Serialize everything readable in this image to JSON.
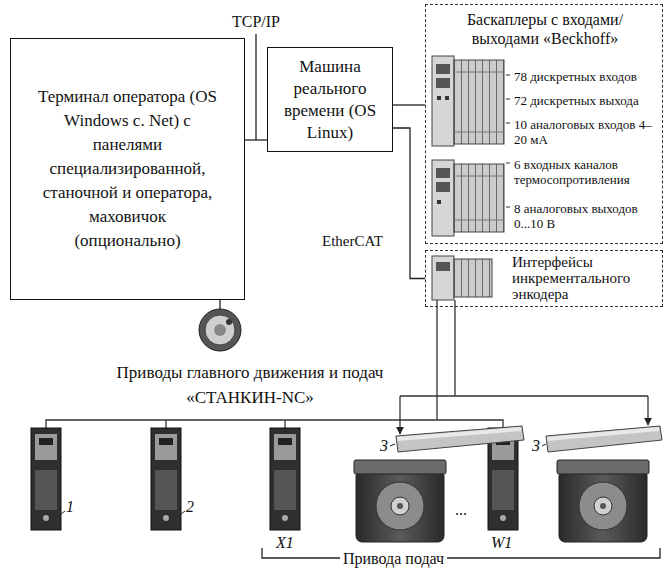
{
  "diagram": {
    "nodes": [
      {
        "text": [
          "Терминал оператора (OS Windows с. Net) с панелями специализированной, станочной и оператора, маховичок (опционально)"
        ]
      },
      {
        "text": [
          "Машина реального времени (OS Linux)"
        ]
      },
      {
        "text": [
          "Баскаплеры с входами/ выходами «Beckhoff»",
          "78 дискретных входов",
          "72 дискретных выхода",
          "10 аналоговых входов 4–20 мА",
          "6 входных каналов термосопротивления",
          "8 аналоговых выходов 0...10 В"
        ]
      },
      {
        "text": [
          "Интерфейсы инкрементального энкодера"
        ]
      }
    ],
    "edges": [
      {
        "from": 0,
        "to": 1,
        "arrow": "none"
      },
      {
        "from": 1,
        "to": 2,
        "arrow": "none"
      },
      {
        "from": 1,
        "to": 3,
        "arrow": "none"
      }
    ],
    "labels": [
      "TCP/IP",
      "EtherCAT",
      "Приводы главного движения и подач «СТАНКИН-NC»",
      "1",
      "2",
      "X1",
      "3",
      "...",
      "W1",
      "3",
      "Привода подач"
    ]
  }
}
